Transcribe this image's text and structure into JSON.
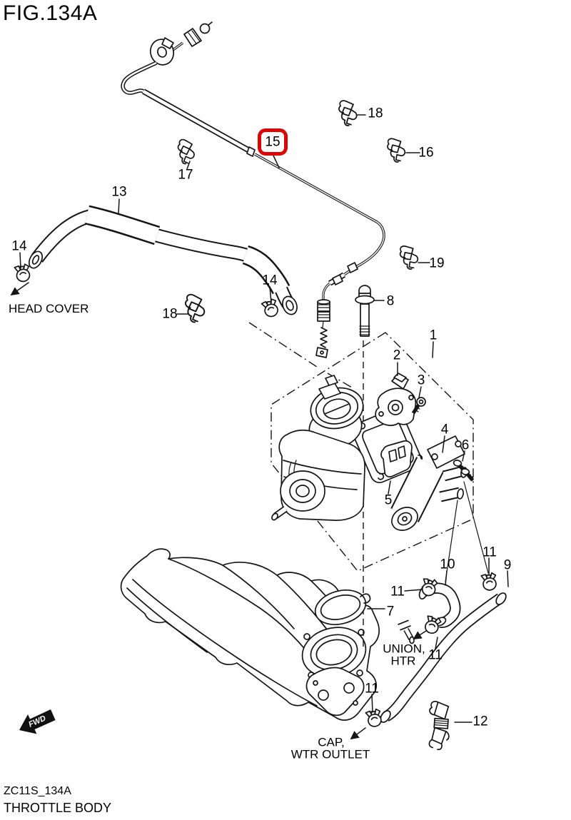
{
  "figure": {
    "title": "FIG.134A",
    "code": "ZC11S_134A",
    "name": "THROTTLE BODY"
  },
  "direction_marker": {
    "label": "FWD"
  },
  "highlight": {
    "selected_part": "15",
    "box_color": "#d90606"
  },
  "annotations": {
    "head_cover": "HEAD COVER",
    "union_htr": [
      "UNION,",
      "HTR"
    ],
    "cap_wtr_outlet": [
      "CAP,",
      "WTR OUTLET"
    ]
  },
  "callouts": [
    {
      "num": "13"
    },
    {
      "num": "14"
    },
    {
      "num": "17"
    },
    {
      "num": "15",
      "highlighted": true
    },
    {
      "num": "18"
    },
    {
      "num": "16"
    },
    {
      "num": "19"
    },
    {
      "num": "8"
    },
    {
      "num": "18"
    },
    {
      "num": "14"
    },
    {
      "num": "1"
    },
    {
      "num": "2"
    },
    {
      "num": "3"
    },
    {
      "num": "4"
    },
    {
      "num": "6"
    },
    {
      "num": "5"
    },
    {
      "num": "7"
    },
    {
      "num": "10"
    },
    {
      "num": "11"
    },
    {
      "num": "9"
    },
    {
      "num": "11"
    },
    {
      "num": "11"
    },
    {
      "num": "11"
    },
    {
      "num": "12"
    }
  ]
}
